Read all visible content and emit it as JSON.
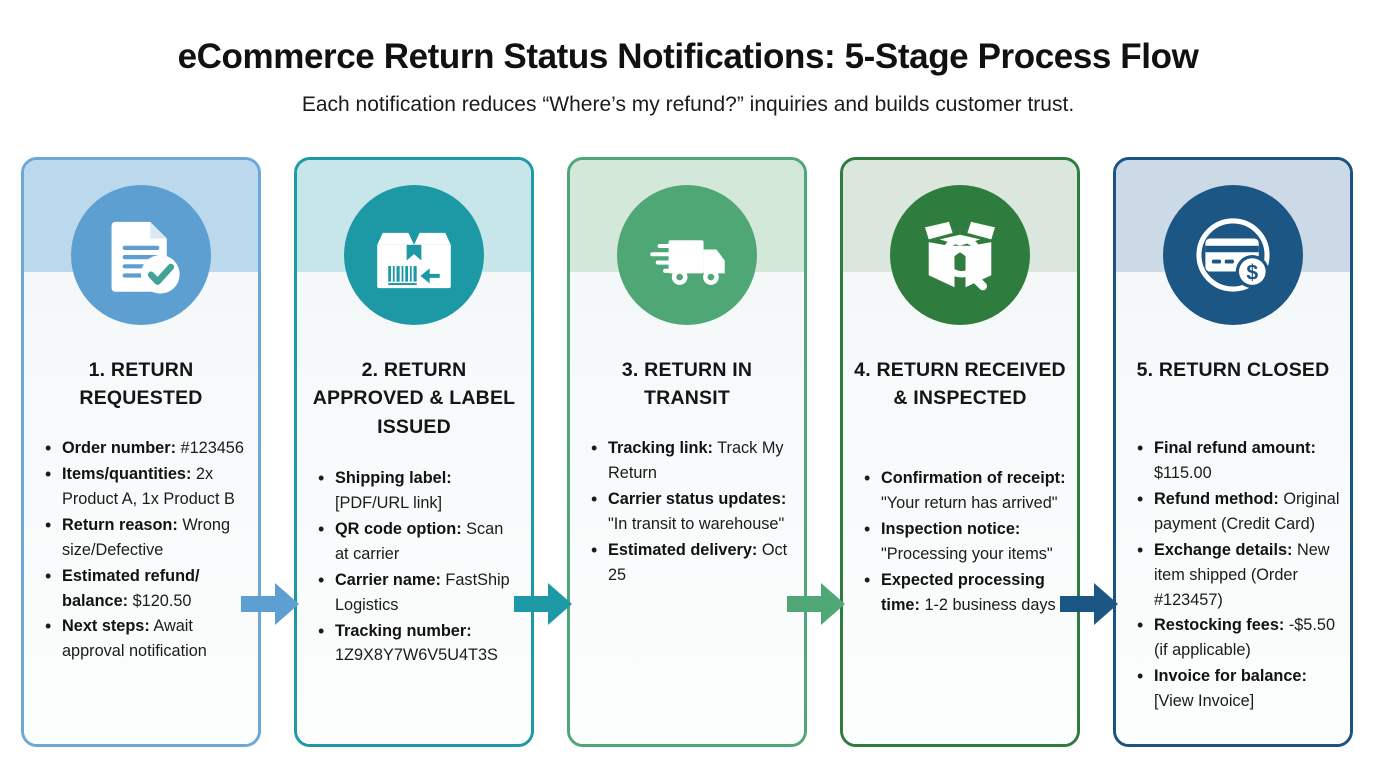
{
  "header": {
    "title": "eCommerce Return Status Notifications: 5-Stage Process Flow",
    "subtitle": "Each notification reduces “Where’s my refund?” inquiries and builds customer trust."
  },
  "colors": {
    "stage1": "#5c9fd0",
    "stage1_header": "#bcd8ec",
    "stage2": "#1d99a5",
    "stage2_header": "#c6e6e9",
    "stage3": "#4fa775",
    "stage3_header": "#d4e8da",
    "stage4": "#2f7d3e",
    "stage4_header": "#dbe7dc",
    "stage5": "#1c5685",
    "stage5_header": "#ccd9e6",
    "text": "#1b1b1b",
    "card_bg": "#f8fbfb"
  },
  "stages": [
    {
      "number": "1.",
      "title": "1. RETURN REQUESTED",
      "icon": "document-check-icon",
      "accent": "#5c9fd0",
      "bullets": [
        {
          "label": "Order number:",
          "value": "#123456"
        },
        {
          "label": "Items/quantities:",
          "value": "2x Product A, 1x Product B"
        },
        {
          "label": "Return reason:",
          "value": "Wrong size/Defective"
        },
        {
          "label": "Estimated refund/ balance:",
          "value": "$120.50"
        },
        {
          "label": "Next steps:",
          "value": "Await approval notification"
        }
      ]
    },
    {
      "number": "2.",
      "title": "2. RETURN APPROVED & LABEL ISSUED",
      "icon": "return-box-barcode-icon",
      "accent": "#1d99a5",
      "bullets": [
        {
          "label": "Shipping label:",
          "value": "[PDF/URL link]"
        },
        {
          "label": "QR code option:",
          "value": "Scan at carrier"
        },
        {
          "label": "Carrier name:",
          "value": "FastShip Logistics"
        },
        {
          "label": "Tracking number:",
          "value": "1Z9X8Y7W6V5U4T3S"
        }
      ]
    },
    {
      "number": "3.",
      "title": "3. RETURN IN TRANSIT",
      "icon": "delivery-truck-icon",
      "accent": "#4fa775",
      "bullets": [
        {
          "label": "Tracking link:",
          "value": "Track My Return"
        },
        {
          "label": "Carrier status updates:",
          "value": "\"In transit to warehouse\""
        },
        {
          "label": "Estimated delivery:",
          "value": "Oct 25"
        }
      ]
    },
    {
      "number": "4.",
      "title": "4. RETURN RECEIVED & INSPECTED",
      "icon": "open-box-magnifier-icon",
      "accent": "#2f7d3e",
      "bullets": [
        {
          "label": "Confirmation of receipt:",
          "value": "\"Your return has arrived\""
        },
        {
          "label": "Inspection notice:",
          "value": "\"Processing your items\""
        },
        {
          "label": "Expected processing time:",
          "value": "1-2 business days"
        }
      ]
    },
    {
      "number": "5.",
      "title": "5. RETURN CLOSED",
      "icon": "credit-card-refund-icon",
      "accent": "#1c5685",
      "bullets": [
        {
          "label": "Final refund amount:",
          "value": "$115.00"
        },
        {
          "label": "Refund method:",
          "value": "Original payment (Credit Card)"
        },
        {
          "label": "Exchange details:",
          "value": "New item shipped (Order #123457)"
        },
        {
          "label": "Restocking fees:",
          "value": "-$5.50 (if applicable)"
        },
        {
          "label": "Invoice for balance:",
          "value": "[View Invoice]"
        }
      ]
    }
  ],
  "arrows": [
    {
      "name": "arrow-stage1-to-stage2",
      "color": "#5c9fd0"
    },
    {
      "name": "arrow-stage2-to-stage3",
      "color": "#1d99a5"
    },
    {
      "name": "arrow-stage3-to-stage4",
      "color": "#4fa775"
    },
    {
      "name": "arrow-stage4-to-stage5",
      "color": "#1c5685"
    }
  ]
}
